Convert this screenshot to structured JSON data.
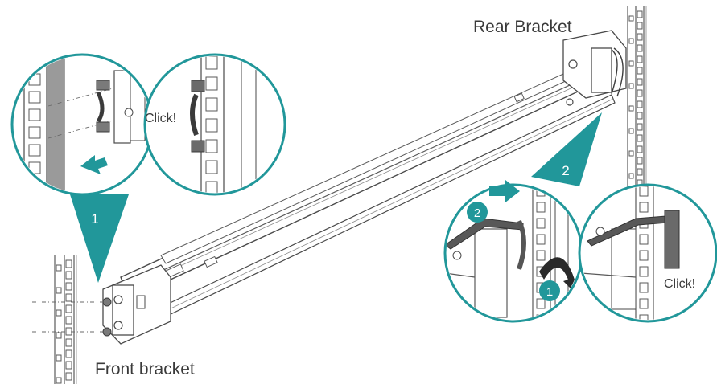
{
  "labels": {
    "rear_bracket": "Rear Bracket",
    "front_bracket": "Front bracket",
    "click_left": "Click!",
    "click_right": "Click!"
  },
  "steps": {
    "front_callout": "1",
    "rear_callout": "2",
    "rear_detail_step_1": "1",
    "rear_detail_step_2": "2"
  },
  "colors": {
    "accent_teal": "#21979a",
    "line_gray": "#5a5a5a",
    "handle_dark": "#555555"
  },
  "icons": {
    "arrow_left": "arrow-left-icon",
    "arrow_right": "arrow-right-icon",
    "curved_arrow": "curved-arrow-icon"
  }
}
